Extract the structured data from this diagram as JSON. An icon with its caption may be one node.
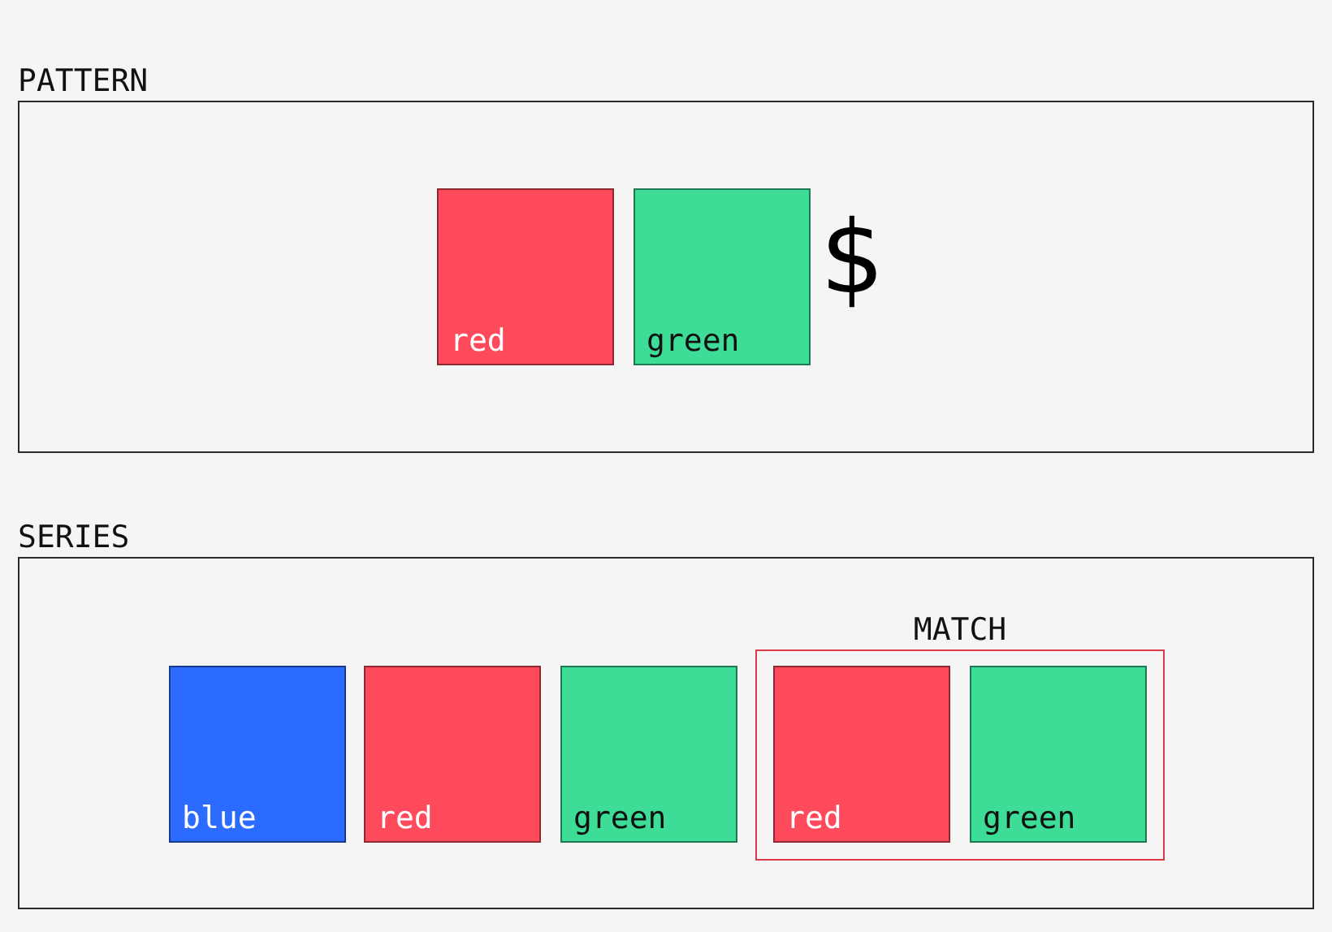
{
  "diagram": {
    "nodes": [
      {
        "text": [
          "PATTERN"
        ]
      },
      {
        "text": [
          "red"
        ],
        "in": 0
      },
      {
        "text": [
          "green"
        ],
        "in": 0
      },
      {
        "text": [
          "SERIES"
        ]
      },
      {
        "text": [
          "blue"
        ],
        "in": 3
      },
      {
        "text": [
          "red"
        ],
        "in": 3
      },
      {
        "text": [
          "green"
        ],
        "in": 3
      },
      {
        "text": [
          "MATCH"
        ],
        "in": 3
      },
      {
        "text": [
          "red"
        ],
        "in": 7
      },
      {
        "text": [
          "green"
        ],
        "in": 7
      }
    ],
    "edges": [],
    "labels": [
      "$"
    ]
  }
}
